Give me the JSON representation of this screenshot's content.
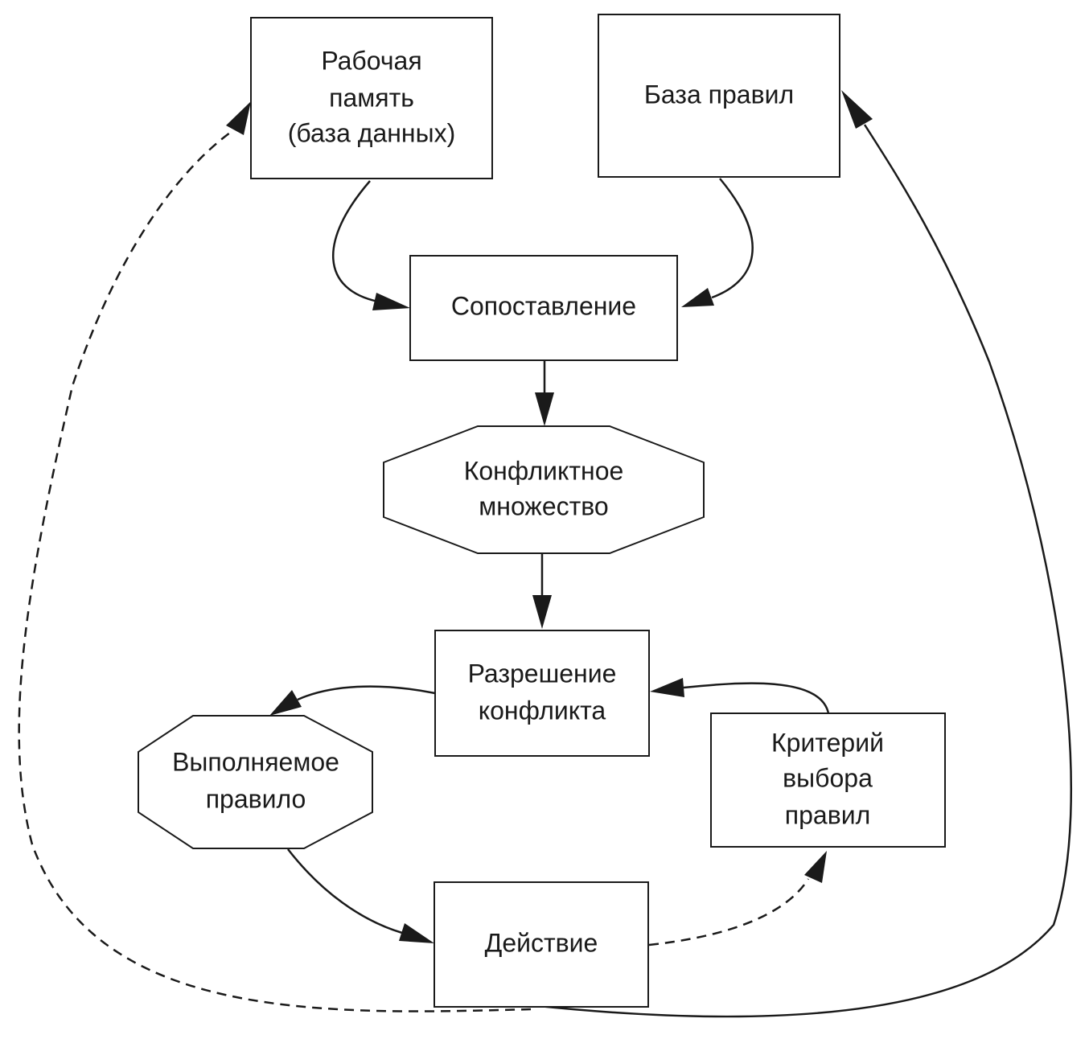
{
  "nodes": {
    "working_memory": {
      "lines": [
        "Рабочая",
        "память",
        "(база данных)"
      ]
    },
    "rule_base": {
      "lines": [
        "База правил"
      ]
    },
    "matching": {
      "lines": [
        "Сопоставление"
      ]
    },
    "conflict_set": {
      "lines": [
        "Конфликтное",
        "множество"
      ]
    },
    "conflict_resolution": {
      "lines": [
        "Разрешение",
        "конфликта"
      ]
    },
    "executed_rule": {
      "lines": [
        "Выполняемое",
        "правило"
      ]
    },
    "selection_criterion": {
      "lines": [
        "Критерий",
        "выбора",
        "правил"
      ]
    },
    "action": {
      "lines": [
        "Действие"
      ]
    }
  },
  "edges": [
    {
      "from": "working_memory",
      "to": "matching",
      "style": "solid"
    },
    {
      "from": "rule_base",
      "to": "matching",
      "style": "solid"
    },
    {
      "from": "matching",
      "to": "conflict_set",
      "style": "solid"
    },
    {
      "from": "conflict_set",
      "to": "conflict_resolution",
      "style": "solid"
    },
    {
      "from": "conflict_resolution",
      "to": "executed_rule",
      "style": "solid"
    },
    {
      "from": "selection_criterion",
      "to": "conflict_resolution",
      "style": "solid"
    },
    {
      "from": "executed_rule",
      "to": "action",
      "style": "solid"
    },
    {
      "from": "action",
      "to": "selection_criterion",
      "style": "dashed"
    },
    {
      "from": "action",
      "to": "working_memory",
      "style": "dashed"
    },
    {
      "from": "action",
      "to": "rule_base",
      "style": "solid"
    }
  ]
}
